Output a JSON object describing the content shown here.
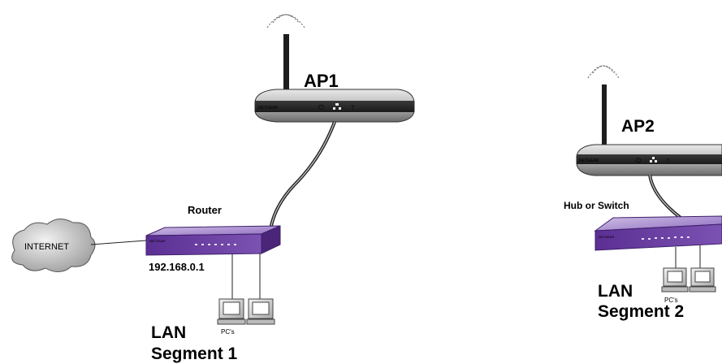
{
  "ap1": {
    "label": "AP1",
    "brand": "NETGEAR"
  },
  "ap2": {
    "label": "AP2",
    "brand": "NETGEAR"
  },
  "router": {
    "label": "Router",
    "ip": "192.168.0.1",
    "brand": "NETGEAR"
  },
  "hub": {
    "label": "Hub or Switch",
    "brand": "NETGEAR"
  },
  "internet": {
    "label": "INTERNET"
  },
  "segment1": {
    "line1": "LAN",
    "line2": "Segment 1",
    "pcs_label": "PC's"
  },
  "segment2": {
    "line1": "LAN",
    "line2": "Segment 2",
    "pcs_label": "PC's"
  },
  "colors": {
    "device_purple": "#6a3fa0",
    "device_gray": "#8a8a8a",
    "cloud": "#c8c8c8"
  },
  "icons": [
    "wifi-signal-icon",
    "antenna-icon",
    "power-icon",
    "network-icon",
    "wireless-icon",
    "cloud-icon",
    "computer-icon"
  ]
}
